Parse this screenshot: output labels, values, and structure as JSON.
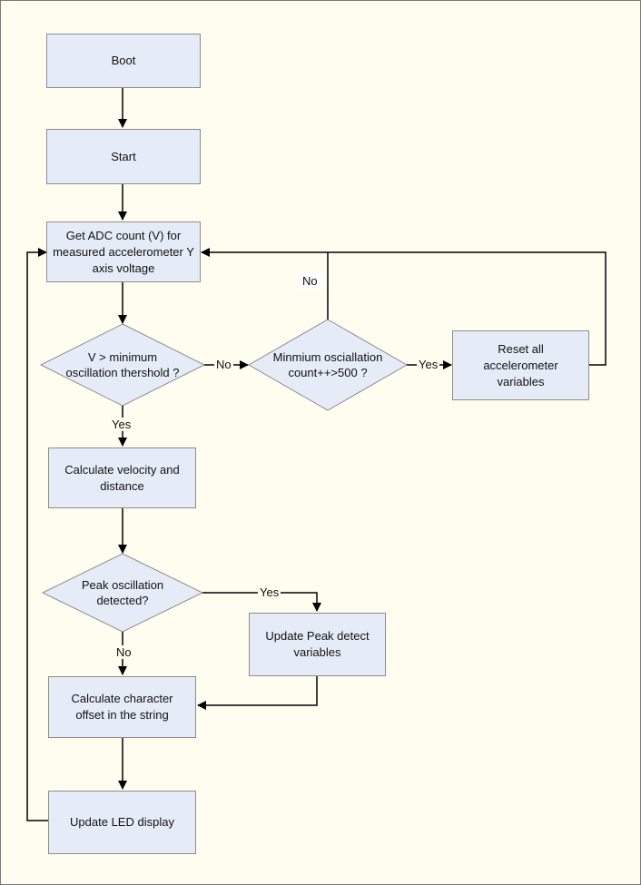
{
  "diagram": {
    "nodes": {
      "boot": "Boot",
      "start": "Start",
      "get_adc": "Get ADC count (V) for\nmeasured accelerometer Y\naxis voltage",
      "decision_threshold": "V > minimum\noscillation thershold ?",
      "decision_count": "Minmium osciallation\ncount++>500 ?",
      "reset": "Reset all\naccelerometer\nvariables",
      "calc_velocity": "Calculate velocity and\ndistance",
      "decision_peak": "Peak oscillation\ndetected?",
      "update_peak": "Update  Peak detect\nvariables",
      "calc_offset": "Calculate character\noffset  in the string",
      "update_led": "Update LED display"
    },
    "edge_labels": {
      "threshold_no": "No",
      "threshold_yes": "Yes",
      "count_yes": "Yes",
      "count_no": "No",
      "peak_yes": "Yes",
      "peak_no": "No"
    },
    "colors": {
      "box_fill": "#e6ecf7",
      "box_border": "#8c8c8c",
      "line": "#000000",
      "background": "#fffdf0"
    }
  }
}
